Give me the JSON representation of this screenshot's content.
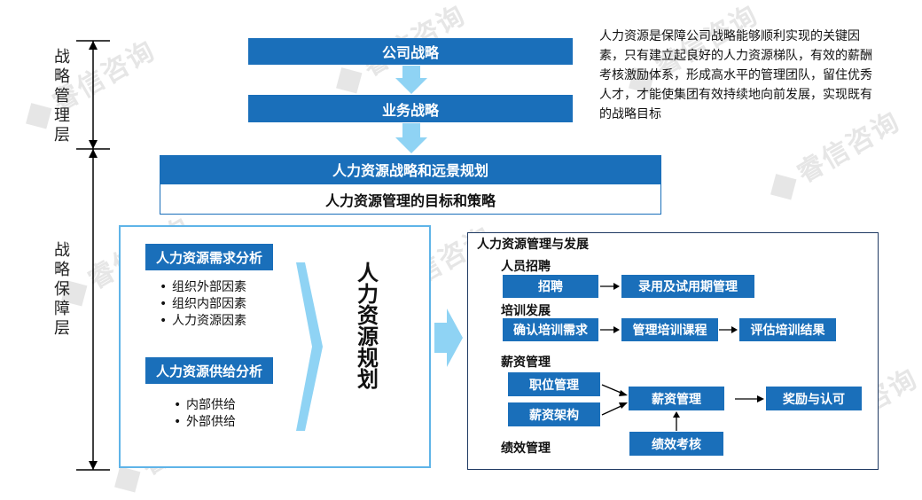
{
  "watermark_text": "睿信咨询",
  "axis": {
    "top_label": [
      "战",
      "略",
      "管",
      "理",
      "层"
    ],
    "bottom_label": [
      "战",
      "略",
      "保",
      "障",
      "层"
    ]
  },
  "strategy": {
    "company": "公司战略",
    "business": "业务战略",
    "hr_plan": "人力资源战略和远景规划",
    "hr_goal": "人力资源管理的目标和策略"
  },
  "description": "人力资源是保障公司战略能够顺利实现的关键因素，只有建立起良好的人力资源梯队，有效的薪酬考核激励体系，形成高水平的管理团队，留住优秀人才，才能使集团有效持续地向前发展，实现既有的战略目标",
  "planning": {
    "demand_title": "人力资源需求分析",
    "demand_items": [
      "组织外部因素",
      "组织内部因素",
      "人力资源因素"
    ],
    "supply_title": "人力资源供给分析",
    "supply_items": [
      "内部供给",
      "外部供给"
    ],
    "center_title": [
      "人",
      "力",
      "资",
      "源",
      "规",
      "划"
    ]
  },
  "management": {
    "title": "人力资源管理与发展",
    "recruit": {
      "label": "人员招聘",
      "steps": [
        "招聘",
        "录用及试用期管理"
      ]
    },
    "training": {
      "label": "培训发展",
      "steps": [
        "确认培训需求",
        "管理培训课程",
        "评估培训结果"
      ]
    },
    "salary": {
      "label": "薪资管理",
      "position": "职位管理",
      "structure": "薪资架构",
      "center": "薪资管理",
      "reward": "奖励与认可",
      "perf_box": "绩效考核"
    },
    "performance": {
      "label": "绩效管理"
    }
  },
  "colors": {
    "primary": "#1a6fba",
    "light": "#8fd3f4",
    "frame": "#5fb4e8"
  }
}
